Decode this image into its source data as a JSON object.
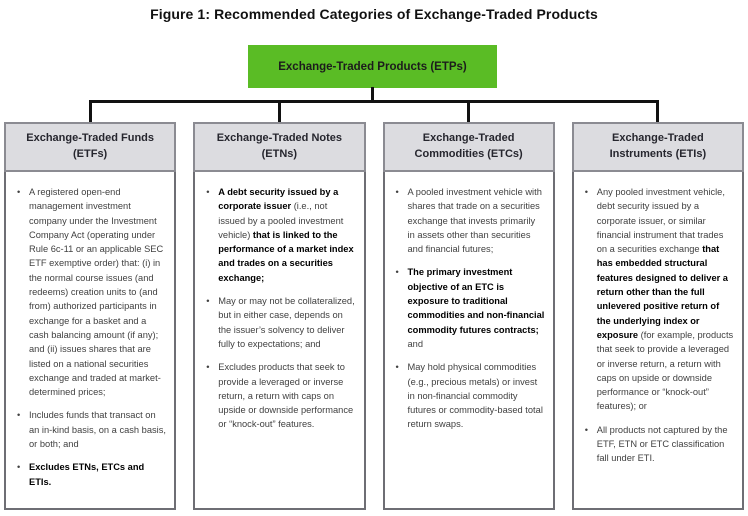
{
  "figure": {
    "title": "Figure 1: Recommended Categories of Exchange-Traded Products"
  },
  "root": {
    "label": "Exchange-Traded Products (ETPs)"
  },
  "bullet_glyph": "•",
  "colors": {
    "root_fill": "#5abc25",
    "root_text": "#1c1c1c",
    "header_fill": "#dcdce0",
    "header_border": "#8b8b92",
    "body_border": "#6e6e74",
    "connector": "#111111",
    "text": "#414141",
    "bold_text": "#000000",
    "title_text": "#111111"
  },
  "columns": [
    {
      "id": "etf",
      "header": "Exchange-Traded Funds (ETFs)",
      "bullets": [
        {
          "segments": [
            {
              "text": "A registered open-end management investment company under the Investment Company Act (operating under Rule 6c-11 or an applicable SEC ETF exemptive order) that: (i) in the normal course issues (and redeems) creation units to (and from) authorized participants in exchange for a basket and a cash balancing amount (if any); and (ii) issues shares that are listed on a national securities exchange and traded at market-determined prices;",
              "bold": false
            }
          ]
        },
        {
          "segments": [
            {
              "text": "Includes funds that transact on an in-kind basis, on a cash basis, or both; and",
              "bold": false
            }
          ]
        },
        {
          "segments": [
            {
              "text": "Excludes ETNs, ETCs and ETIs.",
              "bold": true
            }
          ]
        }
      ]
    },
    {
      "id": "etn",
      "header": "Exchange-Traded Notes (ETNs)",
      "bullets": [
        {
          "segments": [
            {
              "text": "A debt security issued by a corporate issuer",
              "bold": true
            },
            {
              "text": " (i.e., not issued by a pooled investment vehicle) ",
              "bold": false
            },
            {
              "text": "that is linked to the performance of a market index and trades on a securities exchange;",
              "bold": true
            }
          ]
        },
        {
          "segments": [
            {
              "text": "May or may not be collateralized, but in either case, depends on the issuer’s solvency to deliver fully to expectations; and",
              "bold": false
            }
          ]
        },
        {
          "segments": [
            {
              "text": "Excludes products that seek to provide a leveraged or inverse return, a return with caps on upside or downside performance or “knock-out” features.",
              "bold": false
            }
          ]
        }
      ]
    },
    {
      "id": "etc",
      "header": "Exchange-Traded Commodities (ETCs)",
      "bullets": [
        {
          "segments": [
            {
              "text": "A pooled investment vehicle with shares that trade on a securities exchange that invests primarily in assets other than securities and financial futures;",
              "bold": false
            }
          ]
        },
        {
          "segments": [
            {
              "text": "The primary investment objective of an ETC is exposure to traditional commodities and non-financial commodity futures contracts;",
              "bold": true
            },
            {
              "text": " and",
              "bold": false
            }
          ]
        },
        {
          "segments": [
            {
              "text": "May hold physical commodities (e.g., precious metals) or invest in non-financial commodity futures or commodity-based total return swaps.",
              "bold": false
            }
          ]
        }
      ]
    },
    {
      "id": "eti",
      "header": "Exchange-Traded Instruments (ETIs)",
      "bullets": [
        {
          "segments": [
            {
              "text": "Any pooled investment vehicle, debt security issued by a corporate issuer, or similar financial instrument that trades on a securities exchange ",
              "bold": false
            },
            {
              "text": "that has embedded structural features designed to deliver a return other than the full unlevered positive return of the underlying index or exposure",
              "bold": true
            },
            {
              "text": " (for example, products that seek to provide a leveraged or inverse return, a return with caps on upside or downside performance or “knock-out” features); or",
              "bold": false
            }
          ]
        },
        {
          "segments": [
            {
              "text": "All products not captured by the ETF, ETN or ETC classification fall under ETI.",
              "bold": false
            }
          ]
        }
      ]
    }
  ]
}
